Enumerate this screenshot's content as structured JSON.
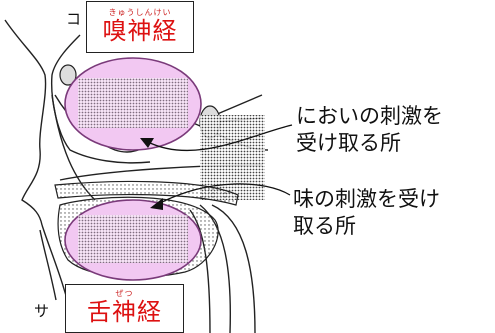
{
  "labels": {
    "ko": "コ",
    "sa": "サ"
  },
  "olfactory_nerve": {
    "reading": "きゅうしんけい",
    "name": "嗅神経"
  },
  "gustatory_nerve": {
    "reading": "ぜつ",
    "name": "舌神経"
  },
  "smell_caption": {
    "line1": "においの刺激を",
    "line2": "受け取る所"
  },
  "taste_caption": {
    "line1": "味の刺激を受け",
    "line2": "取る所"
  },
  "colors": {
    "highlight_fill": "#f2c8f2",
    "highlight_stroke": "#7a3a7a",
    "nerve_text": "#dd1111"
  }
}
